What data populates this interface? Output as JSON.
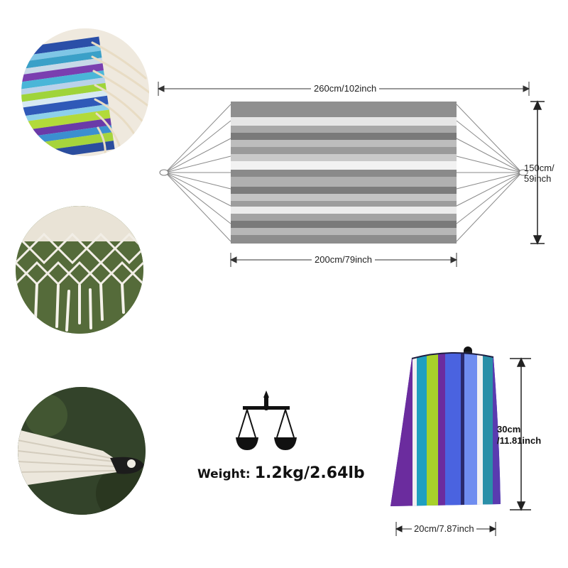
{
  "hammock": {
    "length_total": "260cm/102inch",
    "length_bed": "200cm/79inch",
    "width": "150cm/\n59inch"
  },
  "bag": {
    "height": "30cm\n/11.81inch",
    "width": "20cm/7.87inch"
  },
  "weight": {
    "label": "Weight:",
    "value": "1.2kg/2.64lb"
  },
  "icons": {
    "scale": "balance-scale-icon"
  },
  "colors": {
    "stripe_dark": "#7a7a7a",
    "stripe_mid": "#9c9c9c",
    "stripe_light": "#c4c4c4",
    "stripe_white": "#ececec",
    "bag_purple": "#6b2c9e",
    "bag_lime": "#a8d12a",
    "bag_blue": "#3b5bd6",
    "bag_teal": "#2a8fa8"
  }
}
